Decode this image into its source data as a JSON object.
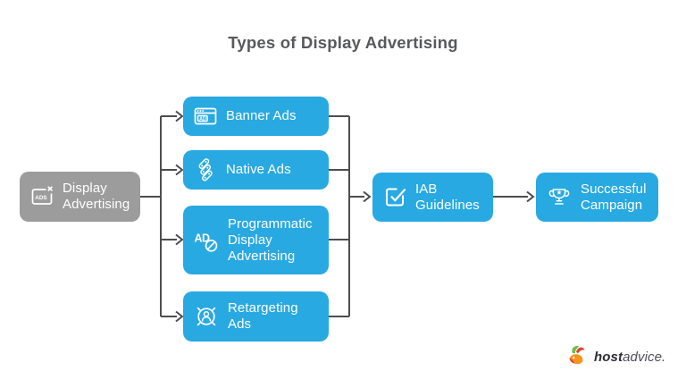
{
  "title": "Types of Display Advertising",
  "palette": {
    "node_blue": "#29A9E1",
    "node_gray": "#9C9C9C",
    "connector": "#4D4D4D",
    "title_text": "#58595B",
    "node_text": "#FFFFFF",
    "logo_green": "#6DBE4B",
    "logo_red": "#E0452F",
    "logo_orange": "#F7941E",
    "logo_text": "#33333E"
  },
  "flow": {
    "source": {
      "label": "Display Advertising",
      "icon": "display-ads-icon",
      "icon_text": "ADS"
    },
    "types": [
      {
        "label": "Banner Ads",
        "icon": "banner-ad-icon",
        "icon_text": "AD"
      },
      {
        "label": "Native Ads",
        "icon": "native-ads-icon"
      },
      {
        "label": "Programmatic Display Advertising",
        "icon": "programmatic-ad-icon",
        "icon_text": "AD"
      },
      {
        "label": "Retargeting Ads",
        "icon": "retargeting-target-icon"
      }
    ],
    "checkpoint": {
      "label": "IAB Guidelines",
      "icon": "checkbox-check-icon"
    },
    "result": {
      "label": "Successful Campaign",
      "icon": "trophy-star-icon"
    }
  },
  "branding": {
    "name_bold": "host",
    "name_regular": "advice."
  }
}
